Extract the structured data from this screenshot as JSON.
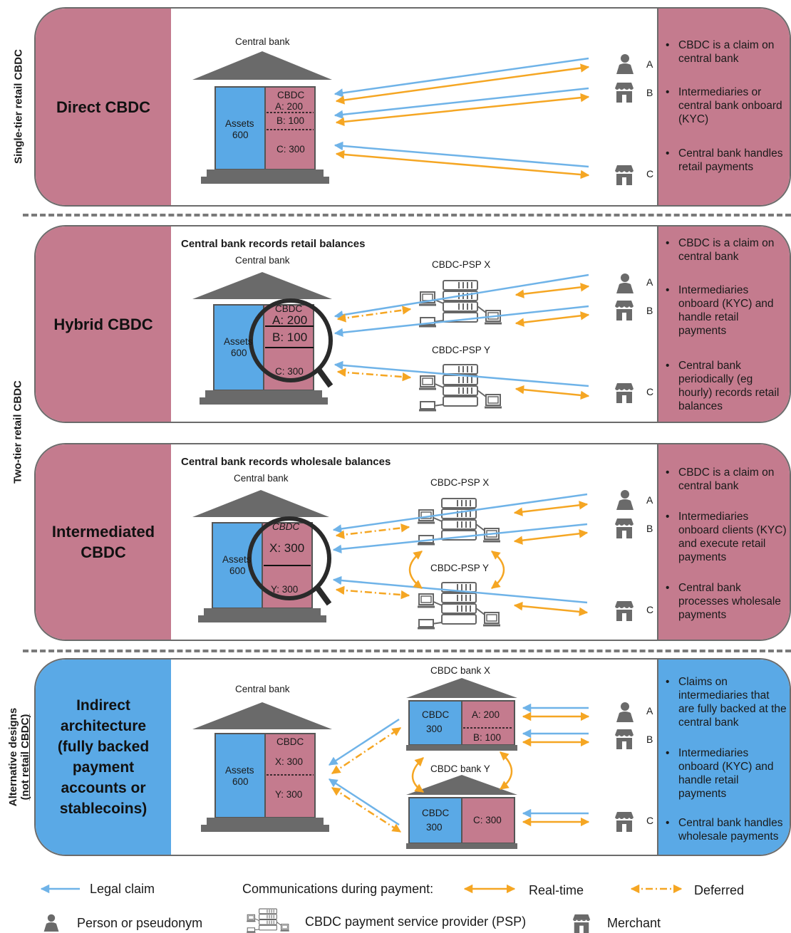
{
  "tiers": {
    "single": "Single-tier retail CBDC",
    "two": "Two-tier retail CBDC",
    "alt_line1": "Alternative designs",
    "alt_line2": "(not retail CBDC)"
  },
  "panels": [
    {
      "name": "Direct CBDC",
      "subtitle": "",
      "bank_label": "Central bank",
      "assets": "Assets",
      "assets_value": "600",
      "cbdc": "CBDC",
      "ledger": [
        "A: 200",
        "B: 100",
        "C: 300"
      ],
      "bullets": [
        "CBDC is a claim on central bank",
        "Intermediaries or central bank onboard (KYC)",
        "Central bank handles retail payments"
      ]
    },
    {
      "name": "Hybrid CBDC",
      "subtitle": "Central bank records retail balances",
      "bank_label": "Central bank",
      "assets": "Assets",
      "assets_value": "600",
      "cbdc": "CBDC",
      "ledger": [
        "A: 200",
        "B: 100",
        "C: 300"
      ],
      "psp_x": "CBDC-PSP X",
      "psp_y": "CBDC-PSP Y",
      "bullets": [
        "CBDC is a claim on central bank",
        "Intermediaries onboard (KYC) and handle retail payments",
        "Central bank periodically (eg hourly) records retail balances"
      ]
    },
    {
      "name_line1": "Intermediated",
      "name_line2": "CBDC",
      "subtitle": "Central bank records wholesale balances",
      "bank_label": "Central bank",
      "assets": "Assets",
      "assets_value": "600",
      "cbdc": "CBDC",
      "ledger": [
        "X: 300",
        "Y: 300"
      ],
      "psp_x": "CBDC-PSP X",
      "psp_y": "CBDC-PSP Y",
      "bullets": [
        "CBDC is a claim on central bank",
        "Intermediaries onboard clients (KYC) and execute retail payments",
        "Central bank processes wholesale payments"
      ]
    },
    {
      "name_lines": [
        "Indirect",
        "architecture",
        "(fully backed",
        "payment",
        "accounts or",
        "stablecoins)"
      ],
      "bank_label": "Central bank",
      "assets": "Assets",
      "assets_value": "600",
      "cbdc": "CBDC",
      "ledger": [
        "X: 300",
        "Y: 300"
      ],
      "bank_x": "CBDC bank X",
      "bank_y": "CBDC bank Y",
      "bank_x_cbdc": "CBDC",
      "bank_x_cbdc_value": "300",
      "bank_x_ledger": [
        "A: 200",
        "B: 100"
      ],
      "bank_y_cbdc": "CBDC",
      "bank_y_cbdc_value": "300",
      "bank_y_ledger": [
        "C: 300"
      ],
      "bullets": [
        "Claims on intermediaries that are fully backed at the central bank",
        "Intermediaries onboard (KYC) and handle retail payments",
        "Central bank handles wholesale payments"
      ]
    }
  ],
  "users": {
    "a": "A",
    "b": "B",
    "c": "C"
  },
  "legend": {
    "legal_claim": "Legal claim",
    "communications": "Communications during payment:",
    "realtime": "Real-time",
    "deferred": "Deferred",
    "person": "Person or pseudonym",
    "psp": "CBDC payment service provider (PSP)",
    "merchant": "Merchant"
  },
  "colors": {
    "pink": "#c47b8e",
    "blue": "#5aa9e6",
    "orange": "#f5a623",
    "arrow_blue": "#6fb3e8",
    "gray": "#666666"
  }
}
